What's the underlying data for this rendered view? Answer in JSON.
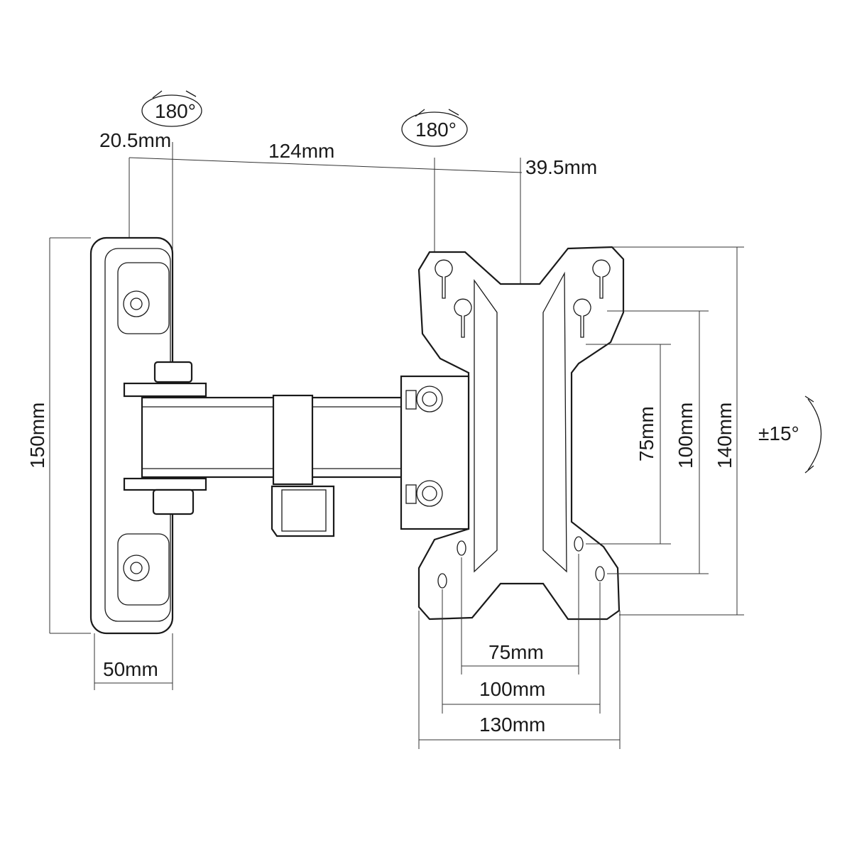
{
  "title_rotation_left": "180°",
  "title_rotation_right": "180°",
  "dimensions": {
    "wall_offset": "20.5mm",
    "arm_length": "124mm",
    "vesa_offset": "39.5mm",
    "wall_plate_height": "150mm",
    "wall_plate_width": "50mm",
    "vesa_v_small": "75mm",
    "vesa_v_medium": "100mm",
    "plate_height": "140mm",
    "tilt": "±15°",
    "vesa_h_small": "75mm",
    "vesa_h_medium": "100mm",
    "plate_width": "130mm"
  },
  "line_color": "#1a1a1a"
}
